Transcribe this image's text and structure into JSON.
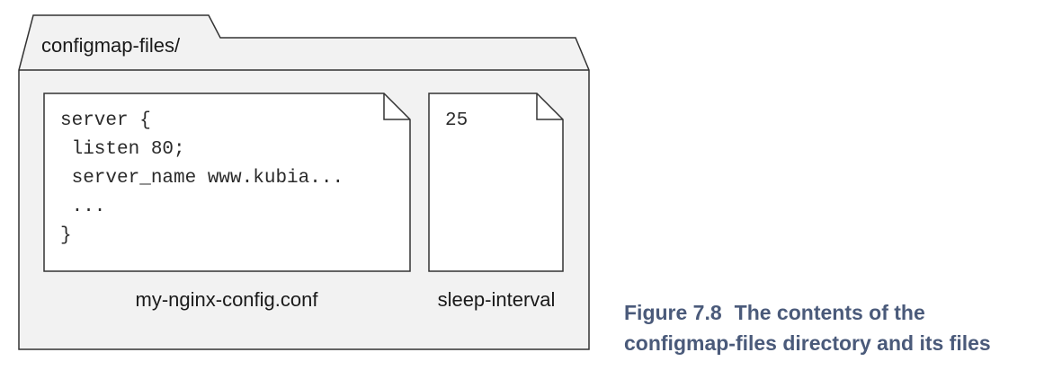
{
  "folder": {
    "name": "configmap-files/"
  },
  "files": [
    {
      "name": "my-nginx-config.conf",
      "content_lines": [
        "server {",
        " listen 80;",
        " server_name www.kubia...",
        " ...",
        "}"
      ]
    },
    {
      "name": "sleep-interval",
      "content_lines": [
        "25"
      ]
    }
  ],
  "caption": {
    "number": "Figure 7.8",
    "text_line1": "The contents of the",
    "text_line2": "configmap-files directory and its files"
  },
  "colors": {
    "stroke": "#333333",
    "folder_fill": "#f2f2f2",
    "file_fill": "#ffffff",
    "caption": "#4a5a7a"
  }
}
